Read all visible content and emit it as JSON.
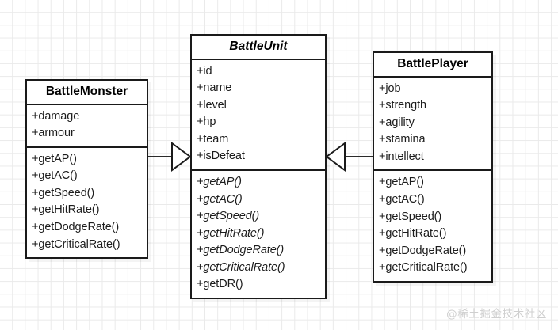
{
  "diagram": {
    "type": "uml-class-diagram",
    "watermark": "@稀土掘金技术社区",
    "colors": {
      "background": "#ffffff",
      "grid": "#eaeaea",
      "box_border": "#1a1a1a",
      "box_fill": "#ffffff",
      "text": "#1c1c1c",
      "connector": "#2b2b2b",
      "watermark": "#cfcfcf"
    }
  },
  "classes": {
    "battlemonster": {
      "name": "BattleMonster",
      "abstract": false,
      "attributes": [
        {
          "label": "+damage",
          "abstract": false
        },
        {
          "label": "+armour",
          "abstract": false
        }
      ],
      "methods": [
        {
          "label": "+getAP()",
          "abstract": false
        },
        {
          "label": "+getAC()",
          "abstract": false
        },
        {
          "label": "+getSpeed()",
          "abstract": false
        },
        {
          "label": "+getHitRate()",
          "abstract": false
        },
        {
          "label": "+getDodgeRate()",
          "abstract": false
        },
        {
          "label": "+getCriticalRate()",
          "abstract": false
        }
      ]
    },
    "battleunit": {
      "name": "BattleUnit",
      "abstract": true,
      "attributes": [
        {
          "label": "+id",
          "abstract": false
        },
        {
          "label": "+name",
          "abstract": false
        },
        {
          "label": "+level",
          "abstract": false
        },
        {
          "label": "+hp",
          "abstract": false
        },
        {
          "label": "+team",
          "abstract": false
        },
        {
          "label": "+isDefeat",
          "abstract": false
        }
      ],
      "methods": [
        {
          "label": "+getAP()",
          "abstract": true
        },
        {
          "label": "+getAC()",
          "abstract": true
        },
        {
          "label": "+getSpeed()",
          "abstract": true
        },
        {
          "label": "+getHitRate()",
          "abstract": true
        },
        {
          "label": "+getDodgeRate()",
          "abstract": true
        },
        {
          "label": "+getCriticalRate()",
          "abstract": true
        },
        {
          "label": "+getDR()",
          "abstract": false
        }
      ]
    },
    "battleplayer": {
      "name": "BattlePlayer",
      "abstract": false,
      "attributes": [
        {
          "label": "+job",
          "abstract": false
        },
        {
          "label": "+strength",
          "abstract": false
        },
        {
          "label": "+agility",
          "abstract": false
        },
        {
          "label": "+stamina",
          "abstract": false
        },
        {
          "label": "+intellect",
          "abstract": false
        }
      ],
      "methods": [
        {
          "label": "+getAP()",
          "abstract": false
        },
        {
          "label": "+getAC()",
          "abstract": false
        },
        {
          "label": "+getSpeed()",
          "abstract": false
        },
        {
          "label": "+getHitRate()",
          "abstract": false
        },
        {
          "label": "+getDodgeRate()",
          "abstract": false
        },
        {
          "label": "+getCriticalRate()",
          "abstract": false
        }
      ]
    }
  },
  "relationships": [
    {
      "id": "monster-to-unit",
      "kind": "generalization",
      "from": "BattleMonster",
      "to": "BattleUnit",
      "arrowhead": "hollow-triangle",
      "direction": "right"
    },
    {
      "id": "player-to-unit",
      "kind": "generalization",
      "from": "BattlePlayer",
      "to": "BattleUnit",
      "arrowhead": "hollow-triangle",
      "direction": "left"
    }
  ]
}
